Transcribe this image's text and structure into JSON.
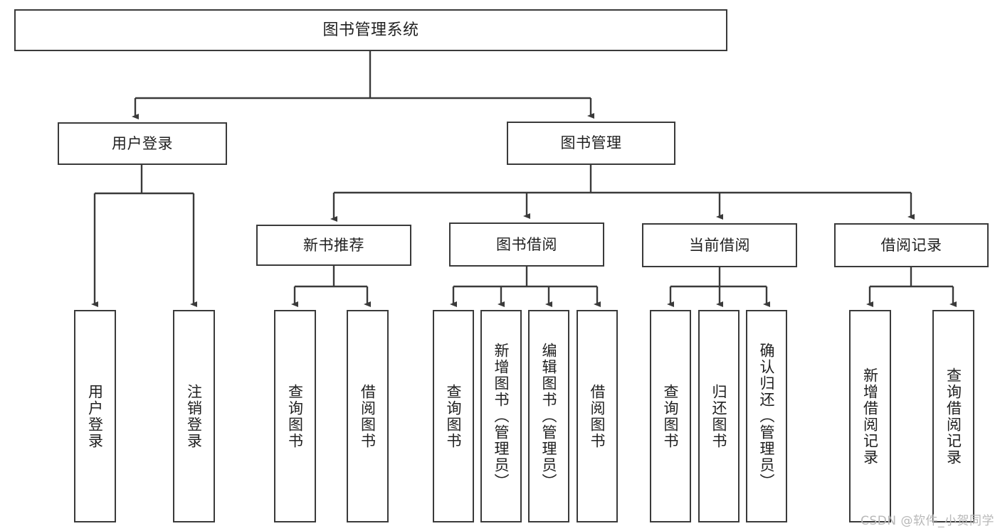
{
  "diagram": {
    "title": "图书管理系统",
    "watermark": "CSDN @软件_小贺同学",
    "nodes": {
      "root": {
        "label": "图书管理系统"
      },
      "level1": [
        {
          "label": "用户登录"
        },
        {
          "label": "图书管理"
        }
      ],
      "level2": [
        {
          "label": "新书推荐"
        },
        {
          "label": "图书借阅"
        },
        {
          "label": "当前借阅"
        },
        {
          "label": "借阅记录"
        }
      ],
      "leaves": {
        "user_login": [
          {
            "label": "用户登录"
          },
          {
            "label": "注销登录"
          }
        ],
        "new_book_recommend": [
          {
            "label": "查询图书"
          },
          {
            "label": "借阅图书"
          }
        ],
        "book_borrow": [
          {
            "label": "查询图书"
          },
          {
            "label": "新增图书（管理员）"
          },
          {
            "label": "编辑图书（管理员）"
          },
          {
            "label": "借阅图书"
          }
        ],
        "current_borrow": [
          {
            "label": "查询图书"
          },
          {
            "label": "归还图书"
          },
          {
            "label": "确认归还（管理员）"
          }
        ],
        "borrow_record": [
          {
            "label": "新增借阅记录"
          },
          {
            "label": "查询借阅记录"
          }
        ]
      }
    },
    "colors": {
      "stroke": "#3a3a3a",
      "fill": "#ffffff",
      "text": "#1f1f1f",
      "watermark": "#b8b8b8"
    }
  }
}
